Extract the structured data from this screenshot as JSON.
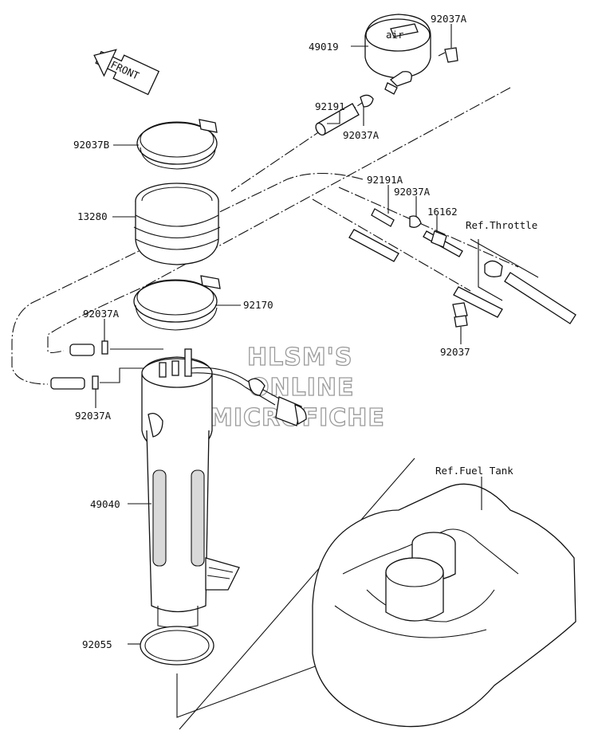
{
  "labels": {
    "p49019": "49019",
    "p92037A_top": "92037A",
    "p92191": "92191",
    "p92037A_mid": "92037A",
    "p92037B": "92037B",
    "p92191A": "92191A",
    "p92037A_right": "92037A",
    "p16162": "16162",
    "ref_throttle": "Ref.Throttle",
    "p13280": "13280",
    "p92170": "92170",
    "p92037A_left1": "92037A",
    "p92037A_left2": "92037A",
    "p92037": "92037",
    "p49040": "49040",
    "ref_fuel_tank": "Ref.Fuel Tank",
    "p92055": "92055",
    "front_arrow": "FRONT",
    "cap_text": "air"
  },
  "watermark": {
    "line1": "HLSM'S",
    "line2": "ONLINE",
    "line3": "MICROFICHE"
  },
  "icons": [
    "front-arrow-icon"
  ]
}
